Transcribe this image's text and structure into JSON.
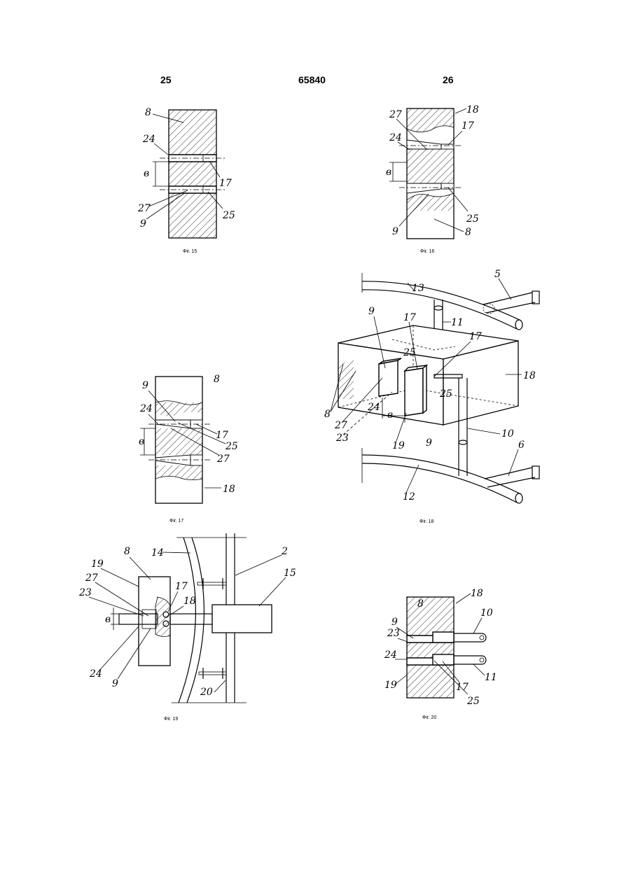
{
  "header": {
    "left_page": "25",
    "patent_number": "65840",
    "right_page": "26"
  },
  "figures": [
    {
      "id": "fig15",
      "caption": "Фіг. 15",
      "labels": [
        "8",
        "24",
        "в",
        "17",
        "27",
        "9",
        "25"
      ]
    },
    {
      "id": "fig16",
      "caption": "Фіг. 16",
      "labels": [
        "27",
        "18",
        "24",
        "17",
        "в",
        "25",
        "9",
        "8"
      ]
    },
    {
      "id": "fig17",
      "caption": "Фіг. 17",
      "labels": [
        "9",
        "8",
        "24",
        "в",
        "17",
        "25",
        "27",
        "18"
      ]
    },
    {
      "id": "fig18",
      "caption": "Фіг. 18",
      "labels": [
        "13",
        "5",
        "9",
        "17",
        "11",
        "17",
        "25",
        "18",
        "8",
        "24",
        "27",
        "25",
        "в",
        "23",
        "19",
        "9",
        "10",
        "6",
        "12"
      ]
    },
    {
      "id": "fig19",
      "caption": "Фіг. 19",
      "labels": [
        "14",
        "2",
        "8",
        "19",
        "27",
        "17",
        "23",
        "18",
        "15",
        "в",
        "24",
        "9",
        "20"
      ]
    },
    {
      "id": "fig20",
      "caption": "Фіг. 20",
      "labels": [
        "8",
        "18",
        "9",
        "10",
        "23",
        "24",
        "19",
        "11",
        "17",
        "25"
      ]
    }
  ]
}
